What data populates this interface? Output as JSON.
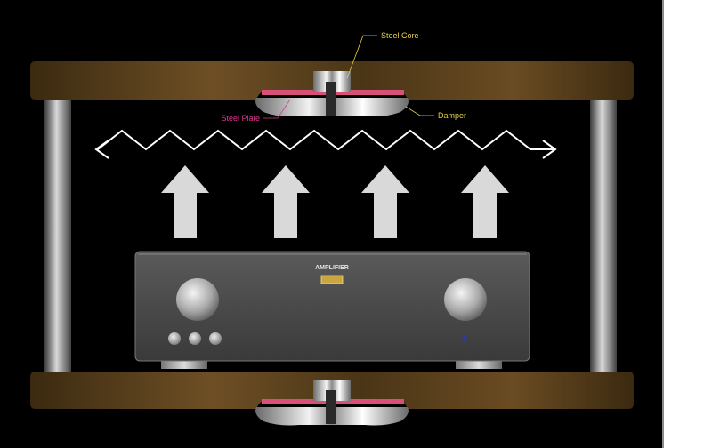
{
  "labels": {
    "steel_core": "Steel Core",
    "steel_plate": "Steel Plate",
    "damper": "Damper"
  },
  "amplifier": {
    "title": "AMPLIFIER"
  },
  "colors": {
    "background": "#000000",
    "wood_dark": "#3b2a10",
    "wood_light": "#6e4f25",
    "label_yellow": "#e9d24a",
    "label_magenta": "#d83a8e",
    "amp_body": "#4a4a4a",
    "arrow_fill": "#d9d9d9",
    "power_led": "#2a35d8"
  },
  "icons": {
    "vibration": "zigzag-double-arrow-icon",
    "heat_flow": "up-arrow-icon",
    "knob": "knob-icon",
    "button": "round-button-icon",
    "led": "led-indicator-icon"
  }
}
